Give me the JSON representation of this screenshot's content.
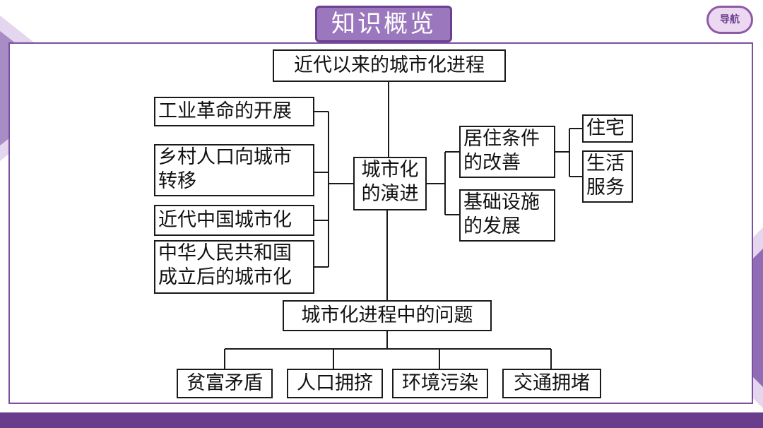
{
  "header": {
    "title": "知识概览",
    "nav_label": "导航"
  },
  "diagram": {
    "top": "近代以来的城市化进程",
    "center": "城市化\n的演进",
    "left": [
      "工业革命的开展",
      "乡村人口向城市\n转移",
      "近代中国城市化",
      "中华人民共和国\n成立后的城市化"
    ],
    "right": [
      "居住条件\n的改善",
      "基础设施\n的发展"
    ],
    "far_right": [
      "住宅",
      "生活\n服务"
    ],
    "bottom": "城市化进程中的问题",
    "problems": [
      "贫富矛盾",
      "人口拥挤",
      "环境污染",
      "交通拥堵"
    ]
  },
  "colors": {
    "accent": "#7d4f9e",
    "tab_fill": "#9b78bd",
    "bottom_bar": "#6a3c8c"
  }
}
